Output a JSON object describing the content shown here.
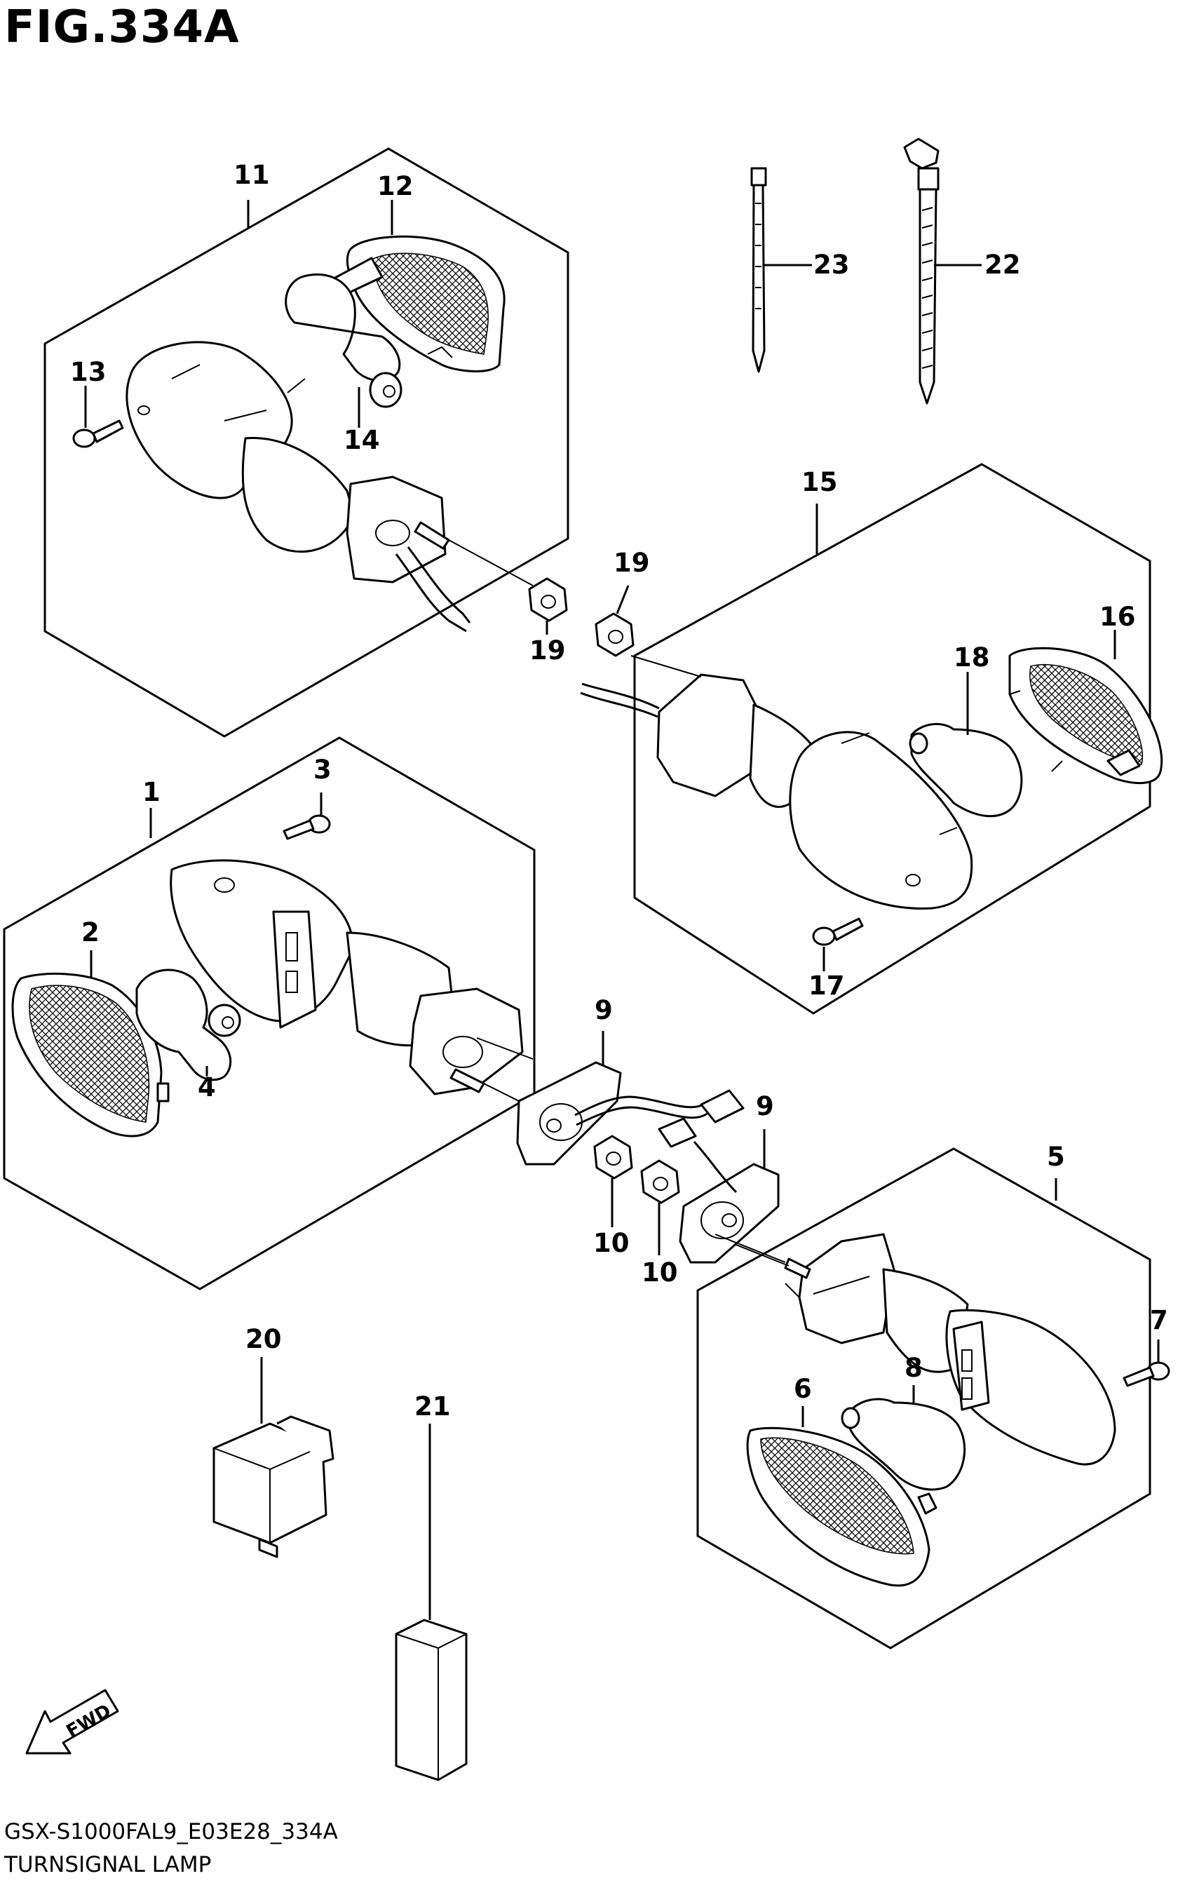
{
  "figure": {
    "title": "FIG.334A",
    "model_code": "GSX-S1000FAL9_E03E28_334A",
    "name": "TURNSIGNAL LAMP",
    "direction_label": "FWD"
  },
  "callouts": {
    "c1": "1",
    "c2": "2",
    "c3": "3",
    "c4": "4",
    "c5": "5",
    "c6": "6",
    "c7": "7",
    "c8": "8",
    "c9a": "9",
    "c9b": "9",
    "c10a": "10",
    "c10b": "10",
    "c11": "11",
    "c12": "12",
    "c13": "13",
    "c14": "14",
    "c15": "15",
    "c16": "16",
    "c17": "17",
    "c18": "18",
    "c19a": "19",
    "c19b": "19",
    "c20": "20",
    "c21": "21",
    "c22": "22",
    "c23": "23"
  }
}
